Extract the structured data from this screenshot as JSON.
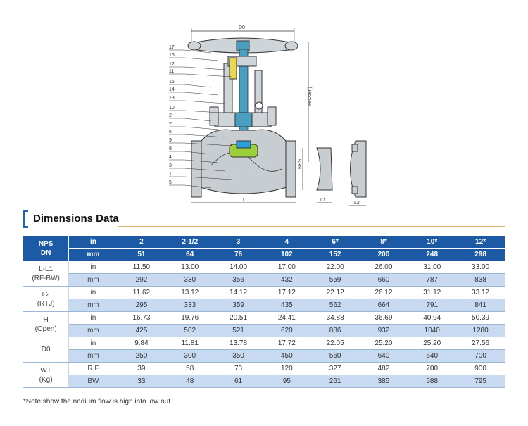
{
  "drawing": {
    "part_numbers": [
      "17",
      "16",
      "12",
      "11",
      "15",
      "14",
      "13",
      "10",
      "2",
      "7",
      "6",
      "9",
      "8",
      "4",
      "3",
      "1",
      "5"
    ],
    "dim_labels": {
      "d0": "D0",
      "h": "H(Open)",
      "nps": "NPS",
      "l": "L",
      "l1": "L1",
      "l2": "L2"
    }
  },
  "section": {
    "title": "Dimensions Data"
  },
  "table": {
    "nps_label": "NPS",
    "dn_label": "DN",
    "in_label": "in",
    "mm_label": "mm",
    "sizes_in": [
      "2",
      "2-1/2",
      "3",
      "4",
      "6*",
      "8*",
      "10*",
      "12*"
    ],
    "sizes_mm": [
      "51",
      "64",
      "76",
      "102",
      "152",
      "200",
      "248",
      "298"
    ],
    "groups": [
      {
        "label1": "L-L1",
        "label2": "(RF-BW)",
        "rows": [
          {
            "unit": "in",
            "values": [
              "11.50",
              "13.00",
              "14.00",
              "17.00",
              "22.00",
              "26.00",
              "31.00",
              "33.00"
            ]
          },
          {
            "unit": "mm",
            "values": [
              "292",
              "330",
              "356",
              "432",
              "559",
              "660",
              "787",
              "838"
            ]
          }
        ]
      },
      {
        "label1": "L2",
        "label2": "(RTJ)",
        "rows": [
          {
            "unit": "in",
            "values": [
              "11.62",
              "13.12",
              "14.12",
              "17.12",
              "22.12",
              "26.12",
              "31.12",
              "33.12"
            ]
          },
          {
            "unit": "mm",
            "values": [
              "295",
              "333",
              "359",
              "435",
              "562",
              "664",
              "791",
              "841"
            ]
          }
        ]
      },
      {
        "label1": "H",
        "label2": "(Open)",
        "rows": [
          {
            "unit": "in",
            "values": [
              "16.73",
              "19.76",
              "20.51",
              "24.41",
              "34.88",
              "36.69",
              "40.94",
              "50.39"
            ]
          },
          {
            "unit": "mm",
            "values": [
              "425",
              "502",
              "521",
              "620",
              "886",
              "932",
              "1040",
              "1280"
            ]
          }
        ]
      },
      {
        "label1": "D0",
        "label2": "",
        "rows": [
          {
            "unit": "in",
            "values": [
              "9.84",
              "11.81",
              "13.78",
              "17.72",
              "22.05",
              "25.20",
              "25.20",
              "27.56"
            ]
          },
          {
            "unit": "mm",
            "values": [
              "250",
              "300",
              "350",
              "450",
              "560",
              "640",
              "640",
              "700"
            ]
          }
        ]
      },
      {
        "label1": "WT",
        "label2": "(Kg)",
        "rows": [
          {
            "unit": "R F",
            "values": [
              "39",
              "58",
              "73",
              "120",
              "327",
              "482",
              "700",
              "900"
            ]
          },
          {
            "unit": "BW",
            "values": [
              "33",
              "48",
              "61",
              "95",
              "261",
              "385",
              "588",
              "795"
            ]
          }
        ]
      }
    ]
  },
  "note": "*Note:show the nedium flow is high into low out",
  "colors": {
    "header_blue": "#1d5aa6",
    "row_tint": "#c8daf1",
    "stem_teal": "#4a9fc0",
    "packing_yellow": "#e8d84a",
    "disc_green": "#9ccf3c",
    "body_gray": "#c8cdd2"
  }
}
